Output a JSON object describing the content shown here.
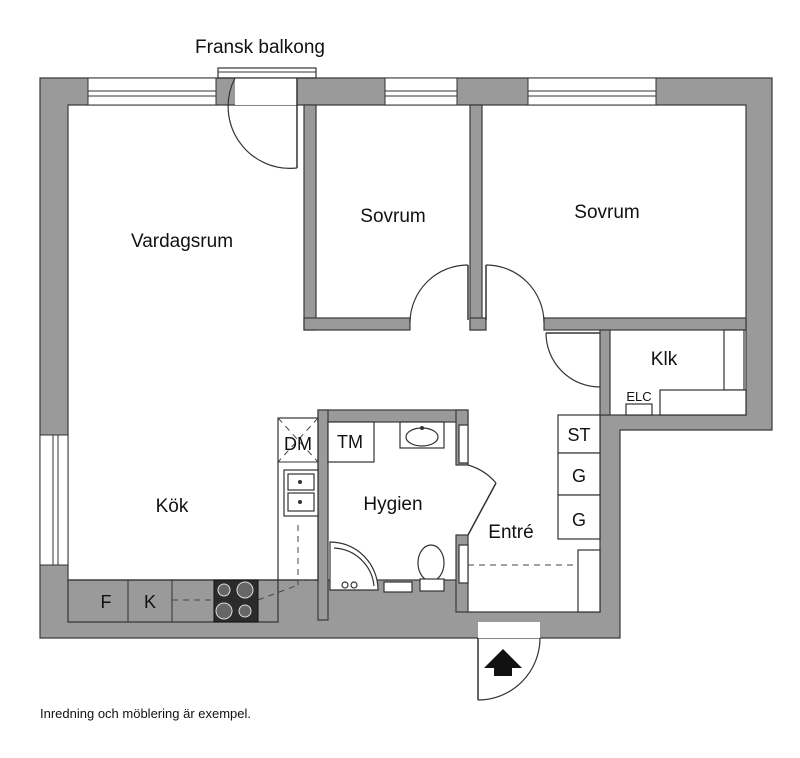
{
  "plan": {
    "balcony_label": "Fransk balkong",
    "rooms": {
      "living": "Vardagsrum",
      "bedroom_1": "Sovrum",
      "bedroom_2": "Sovrum",
      "kitchen": "Kök",
      "bathroom": "Hygien",
      "entrance": "Entré",
      "closet": "Klk"
    },
    "fixtures": {
      "dishwasher": "DM",
      "washing_machine": "TM",
      "freezer": "F",
      "fridge": "K",
      "electric_cabinet": "ELC",
      "storage": "ST",
      "wardrobe_1": "G",
      "wardrobe_2": "G"
    },
    "footnote": "Inredning och möblering är exempel.",
    "colors": {
      "wall": "#9a9a9a",
      "stove": "#2b2b2b"
    }
  }
}
